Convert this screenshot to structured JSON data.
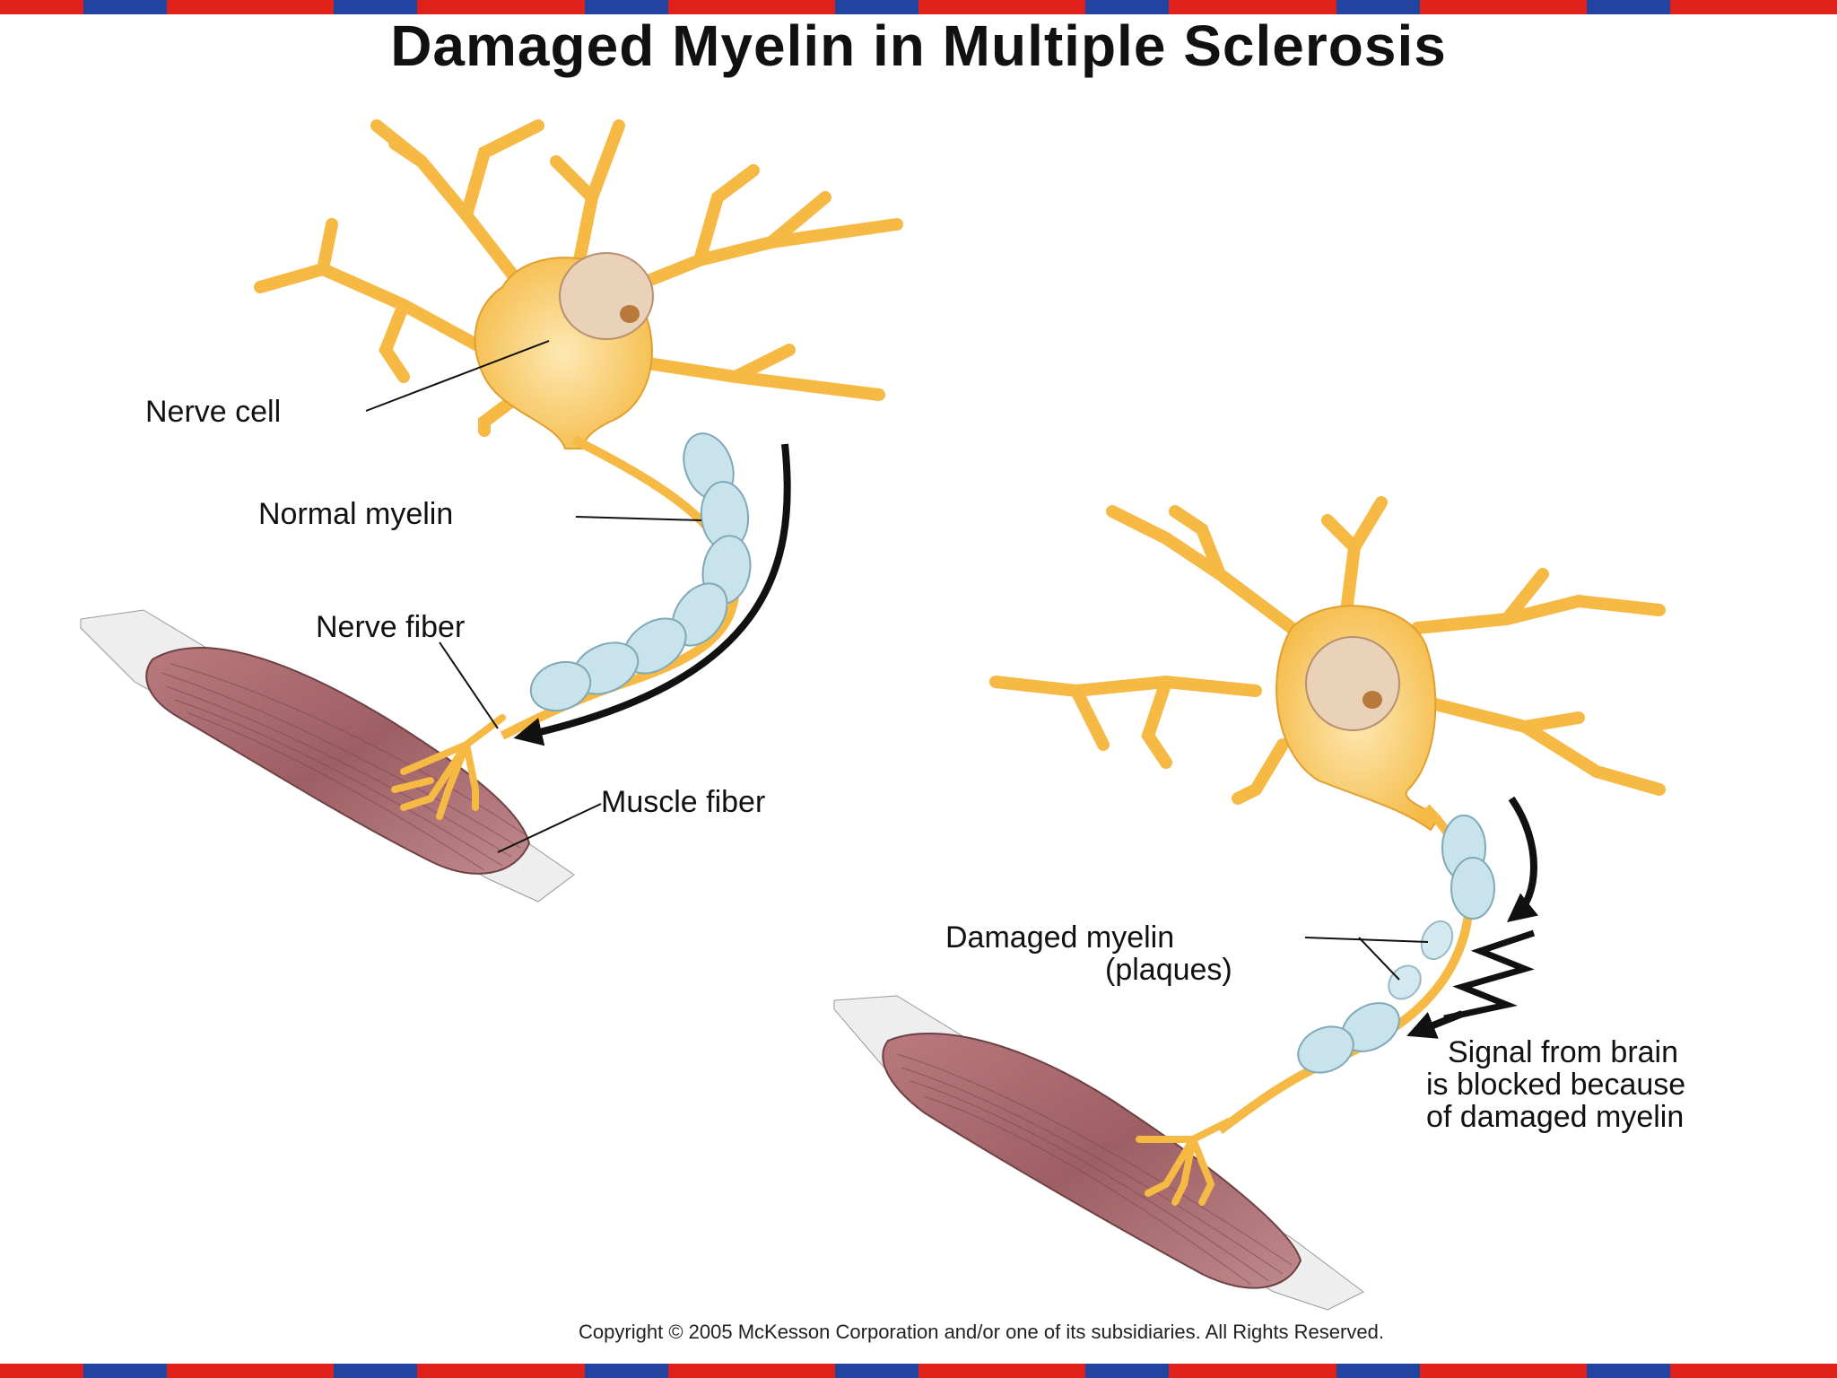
{
  "title": "Damaged Myelin in Multiple Sclerosis",
  "labels": {
    "nerve_cell": "Nerve cell",
    "normal_myelin": "Normal myelin",
    "nerve_fiber": "Nerve fiber",
    "muscle_fiber": "Muscle fiber",
    "damaged_myelin_1": "Damaged myelin",
    "damaged_myelin_2": "(plaques)",
    "signal_1": "Signal from brain",
    "signal_2": "is blocked because",
    "signal_3": "of damaged myelin"
  },
  "copyright": "Copyright © 2005 McKesson Corporation and/or one of its subsidiaries. All Rights Reserved.",
  "colors": {
    "border_red": "#e0201a",
    "border_blue": "#2244a0",
    "cell_body": "#f7c45a",
    "cell_body_light": "#fde3a0",
    "nucleus": "#e9d2b8",
    "nucleolus": "#b87a3a",
    "myelin": "#c9e3ec",
    "muscle": "#a86a6e",
    "tendon": "#e8e8e8",
    "arrow": "#111111"
  }
}
